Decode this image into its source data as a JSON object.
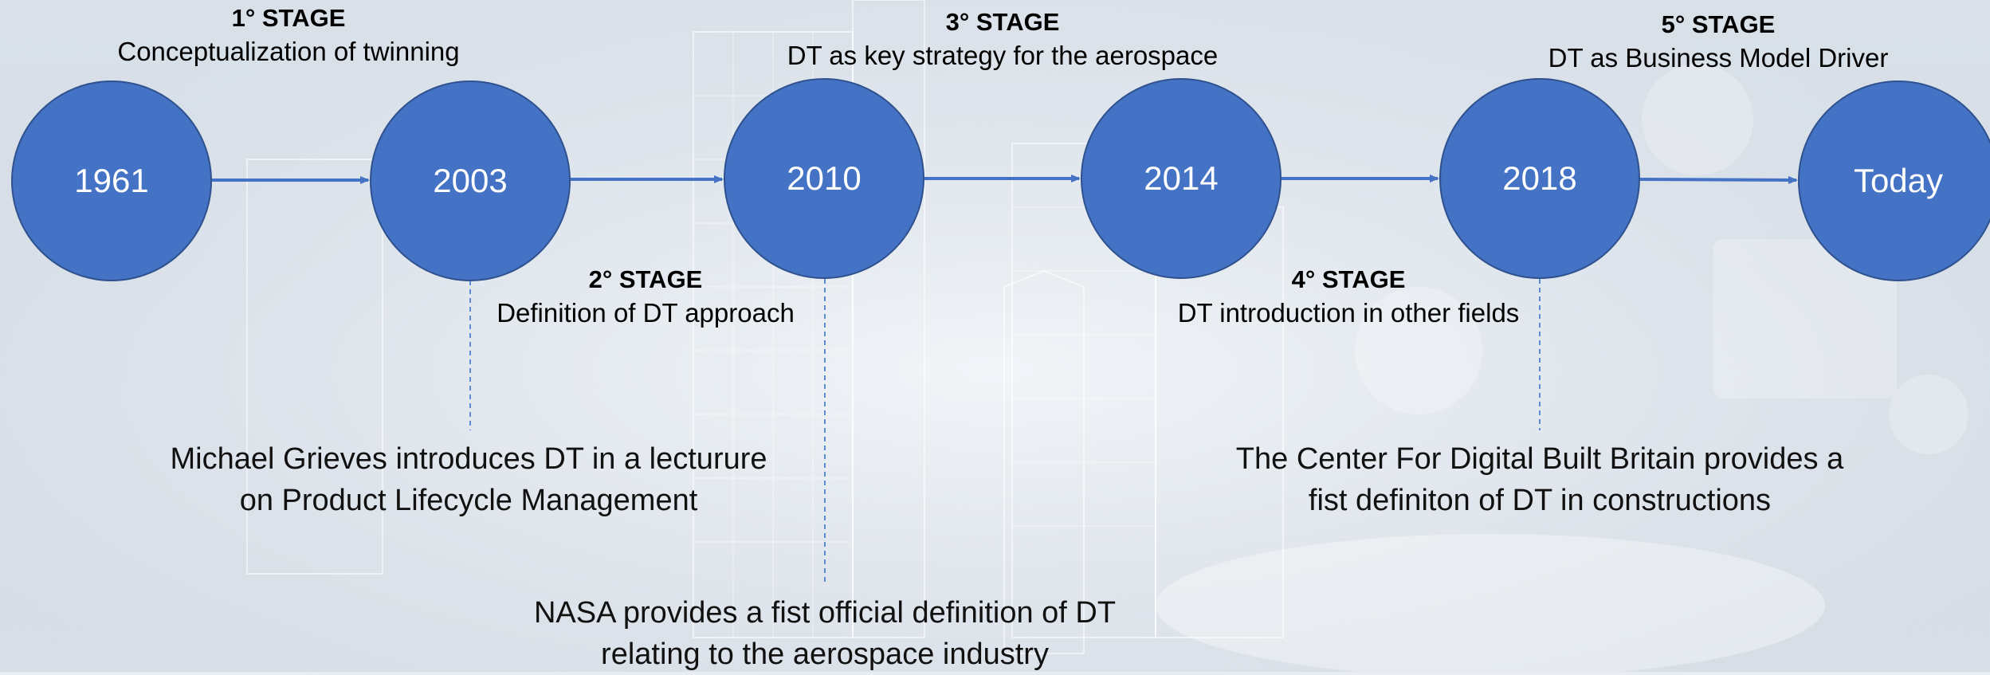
{
  "colors": {
    "node_fill": "#4472c4",
    "node_border": "#2f528f",
    "arrow": "#4472c4",
    "dotted_line": "#5b8bd0"
  },
  "nodes": [
    {
      "label": "1961"
    },
    {
      "label": "2003"
    },
    {
      "label": "2010"
    },
    {
      "label": "2014"
    },
    {
      "label": "2018"
    },
    {
      "label": "Today"
    }
  ],
  "stages": [
    {
      "title": "1° STAGE",
      "desc": "Conceptualization of twinning"
    },
    {
      "title": "2° STAGE",
      "desc": "Definition of DT approach"
    },
    {
      "title": "3° STAGE",
      "desc": "DT as key strategy for the aerospace"
    },
    {
      "title": "4° STAGE",
      "desc": "DT introduction in other fields"
    },
    {
      "title": "5° STAGE",
      "desc": "DT as Business Model Driver"
    }
  ],
  "events": [
    {
      "line1": "Michael Grieves introduces DT in a lecturure",
      "line2": "on Product Lifecycle Management"
    },
    {
      "line1": "NASA provides a fist official definition of DT",
      "line2": "relating to the aerospace industry"
    },
    {
      "line1": "The Center For Digital Built Britain provides a",
      "line2": "fist definiton of DT in constructions"
    }
  ]
}
